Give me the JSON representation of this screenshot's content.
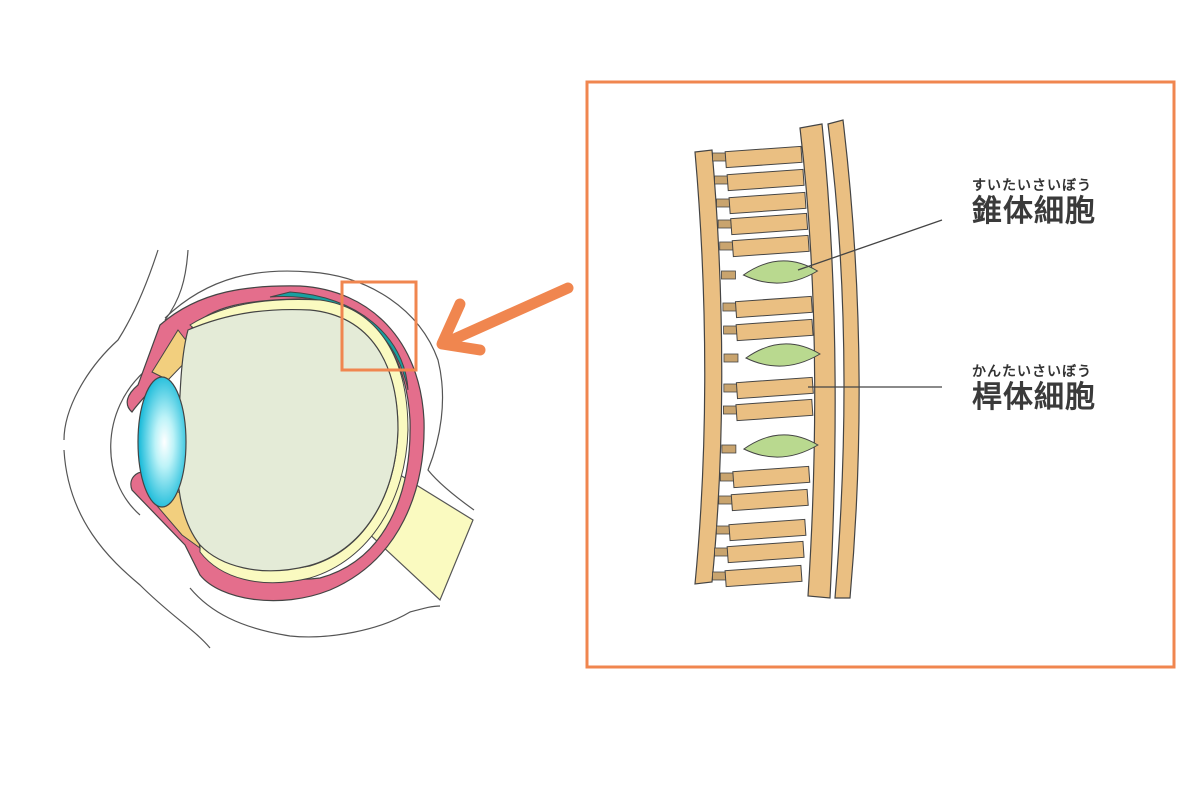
{
  "labels": {
    "cone": {
      "ruby": "すいたいさいぼう",
      "term": "錐体細胞"
    },
    "rod": {
      "ruby": "かんたいさいぼう",
      "term": "桿体細胞"
    }
  },
  "colors": {
    "highlight": "#F0864F",
    "sclera": "#E46E8C",
    "vitreous": "#E4EBD7",
    "retina": "#FAFAC0",
    "choroid": "#17A0A0",
    "iris": "#F2CF7E",
    "cell": "#EABF82",
    "cone_cell": "#B9D98F",
    "outline": "#444444"
  }
}
